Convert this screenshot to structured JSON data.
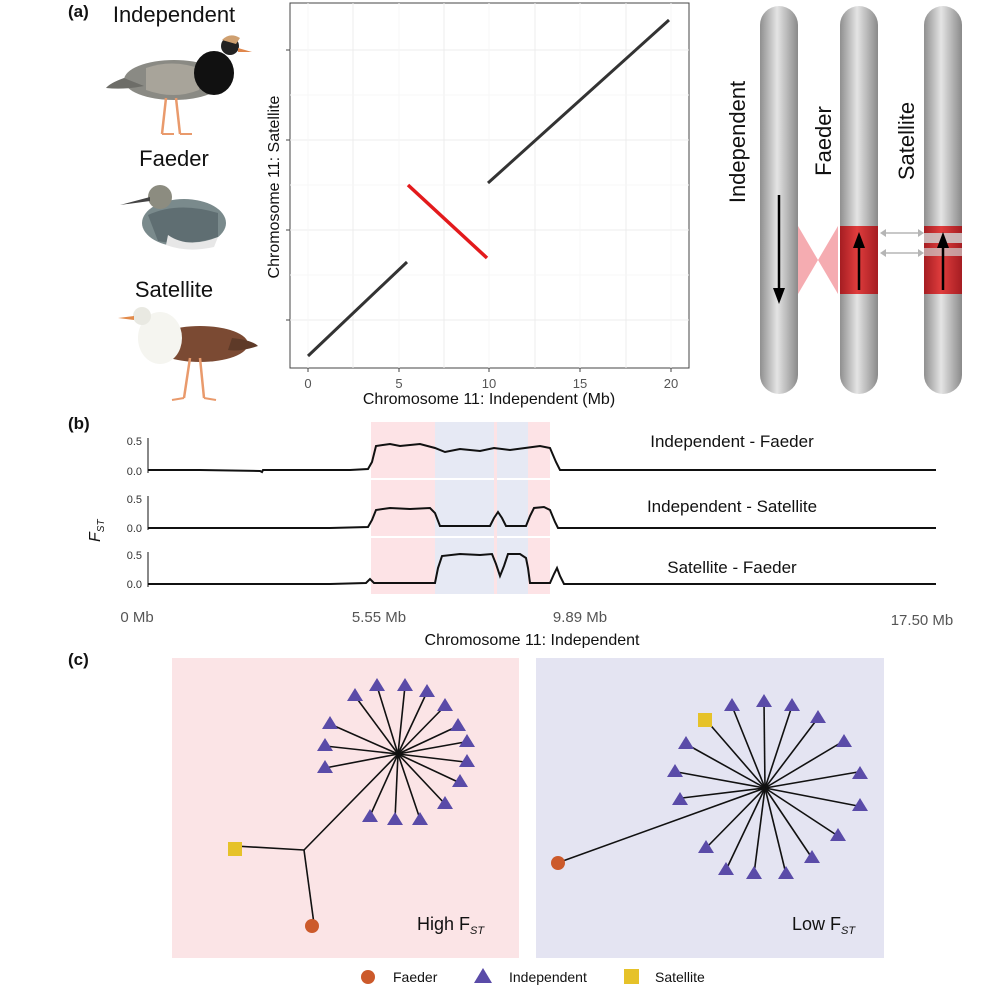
{
  "panels": {
    "a": "(a)",
    "b": "(b)",
    "c": "(c)"
  },
  "birds": [
    {
      "label": "Independent",
      "icon": "black-ruff-bird-illustration"
    },
    {
      "label": "Faeder",
      "icon": "grey-reeve-bird-illustration"
    },
    {
      "label": "Satellite",
      "icon": "white-ruff-bird-illustration"
    }
  ],
  "dotplot": {
    "ylabel": "Chromosome 11: Satellite",
    "xlabel": "Chromosome 11: Independent (Mb)",
    "x_ticks": [
      "0",
      "5",
      "10",
      "15",
      "20"
    ],
    "colors": {
      "collinear": "#333333",
      "inverted": "#e31a1c"
    }
  },
  "chromosomes": {
    "labels": [
      "Independent",
      "Faeder",
      "Satellite"
    ],
    "colors": {
      "body": "#a9a9a9",
      "inversion": "#c62828",
      "link": "#f4a3a8",
      "arrows": "#b5b5b5"
    }
  },
  "fst": {
    "ylabel": "F",
    "ylabel_sub": "ST",
    "y_ticks": [
      "0.5",
      "0.0"
    ],
    "tracks": [
      {
        "label": "Independent - Faeder"
      },
      {
        "label": "Independent - Satellite"
      },
      {
        "label": "Satellite - Faeder"
      }
    ],
    "x_ticks": [
      "0 Mb",
      "5.55 Mb",
      "9.89 Mb",
      "17.50 Mb"
    ],
    "xlabel": "Chromosome 11: Independent",
    "colors": {
      "pink": "#fde3e6",
      "blue": "#e6e9f4"
    }
  },
  "networks": {
    "left_label": "High F",
    "left_sub": "ST",
    "right_label": "Low F",
    "right_sub": "ST",
    "colors": {
      "left_bg": "#fbe4e6",
      "right_bg": "#e4e4f2",
      "triangle": "#5a4ba8",
      "square": "#e6c229",
      "circle": "#cc5a2b"
    }
  },
  "legend": [
    {
      "label": "Faeder",
      "icon": "circle"
    },
    {
      "label": "Independent",
      "icon": "triangle"
    },
    {
      "label": "Satellite",
      "icon": "square"
    }
  ]
}
